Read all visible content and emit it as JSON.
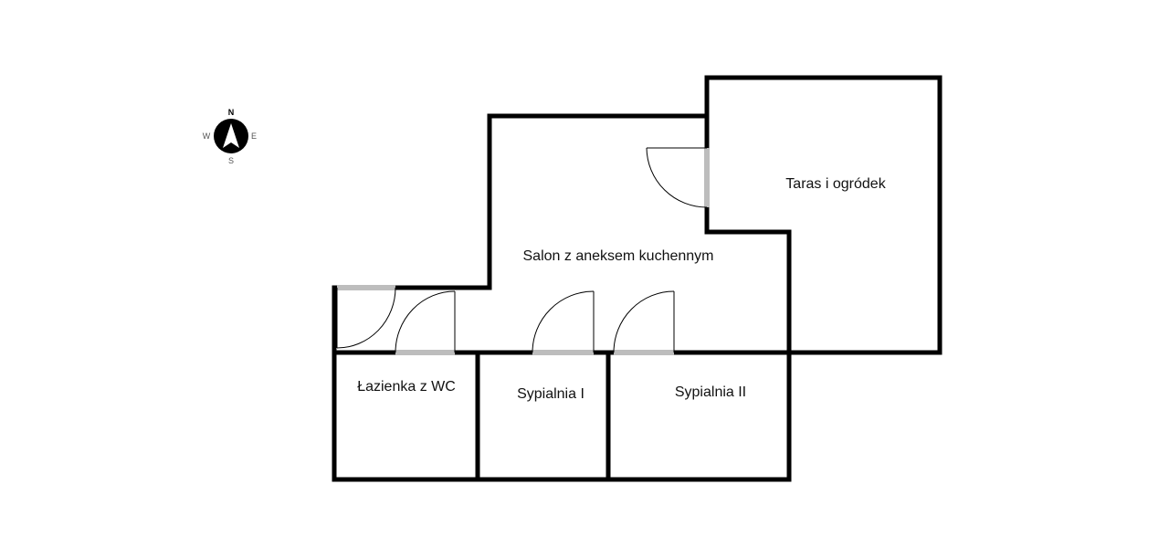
{
  "compass": {
    "north": "N",
    "east": "E",
    "south": "S",
    "west": "W",
    "icon": "compass-icon"
  },
  "rooms": {
    "salon": "Salon z aneksem kuchennym",
    "taras": "Taras i ogródek",
    "lazienka": "Łazienka z WC",
    "sypialnia1": "Sypialnia I",
    "sypialnia2": "Sypialnia II"
  },
  "colors": {
    "wall": "#000000",
    "door_gap": "#bdbdbd",
    "background": "#ffffff"
  }
}
